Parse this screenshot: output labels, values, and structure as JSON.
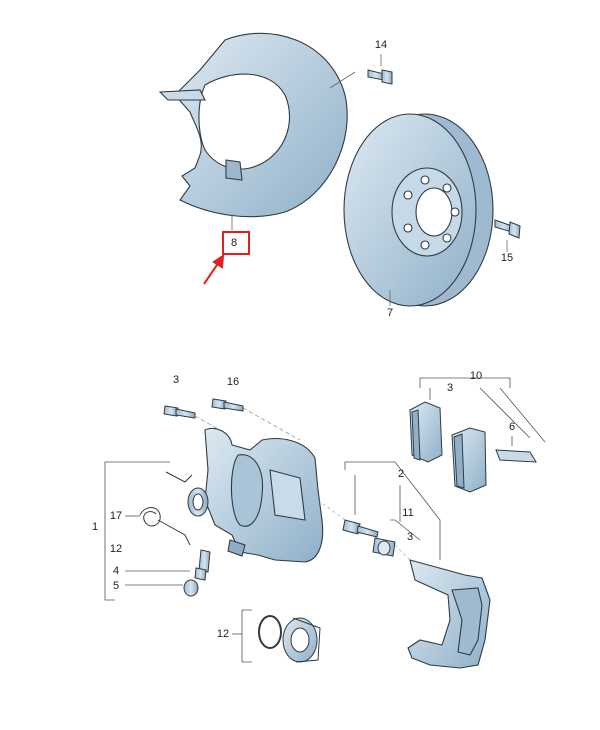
{
  "diagram": {
    "callouts": {
      "c8": "8",
      "c14": "14",
      "c15": "15",
      "c7": "7",
      "c3a": "3",
      "c16": "16",
      "c10": "10",
      "c3b": "3",
      "c6": "6",
      "c2": "2",
      "c11": "11",
      "c3c": "3",
      "c1": "1",
      "c17": "17",
      "c12a": "12",
      "c4": "4",
      "c5": "5",
      "c12b": "12"
    },
    "colors": {
      "part_fill": "#b9cfe0",
      "part_dark": "#7f9db6",
      "part_light": "#dde9f2",
      "outline": "#2f3b45",
      "highlight": "#e02020",
      "leader": "#666666"
    }
  }
}
